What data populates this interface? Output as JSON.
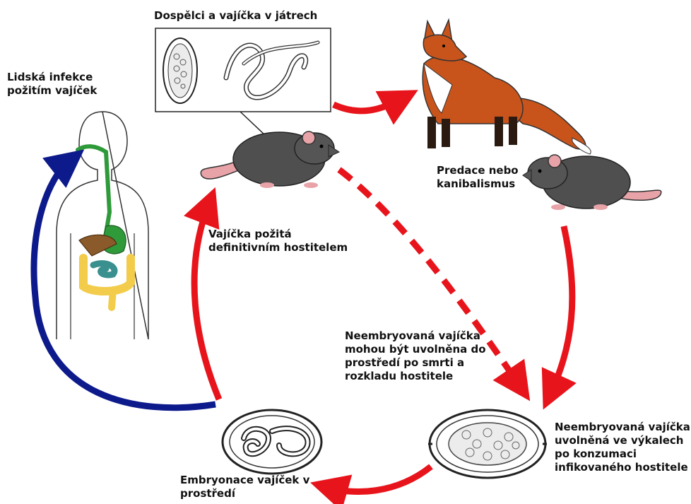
{
  "labels": {
    "adults_liver": "Dospělci a vajíčka v játrech",
    "human_infection": "Lidská infekce\npožitím vajíček",
    "predation": "Predace nebo\nkanibalismus",
    "eggs_ingested": "Vajíčka požitá\ndefinitivním hostitelem",
    "eggs_released_death": "Neembryovaná vajíčka\nmohou být uvolněna do\nprostředí po smrti a\nrozkladu hostitele",
    "eggs_feces": "Neembryovaná vajíčka\nuvolněná ve výkalech\npo konzumaci\ninfikovaného hostitele",
    "embryonation": "Embryonace vajíček v\nprostředí"
  },
  "colors": {
    "cycle_arrow": "#e8141b",
    "human_arrow": "#0d1a8c",
    "rat_body": "#4f4f4f",
    "rat_pink": "#e8a3a8",
    "fox_orange": "#c8541c",
    "stomach_green": "#2e9a3a",
    "intestine_yellow": "#f2cc4a",
    "intestine_teal": "#3a8f8f",
    "liver_brown": "#8b5a2b"
  },
  "icons": [
    "liver-worm-inset",
    "rat-icon",
    "fox-icon",
    "human-silhouette",
    "unembryonated-egg",
    "embryonated-egg"
  ]
}
